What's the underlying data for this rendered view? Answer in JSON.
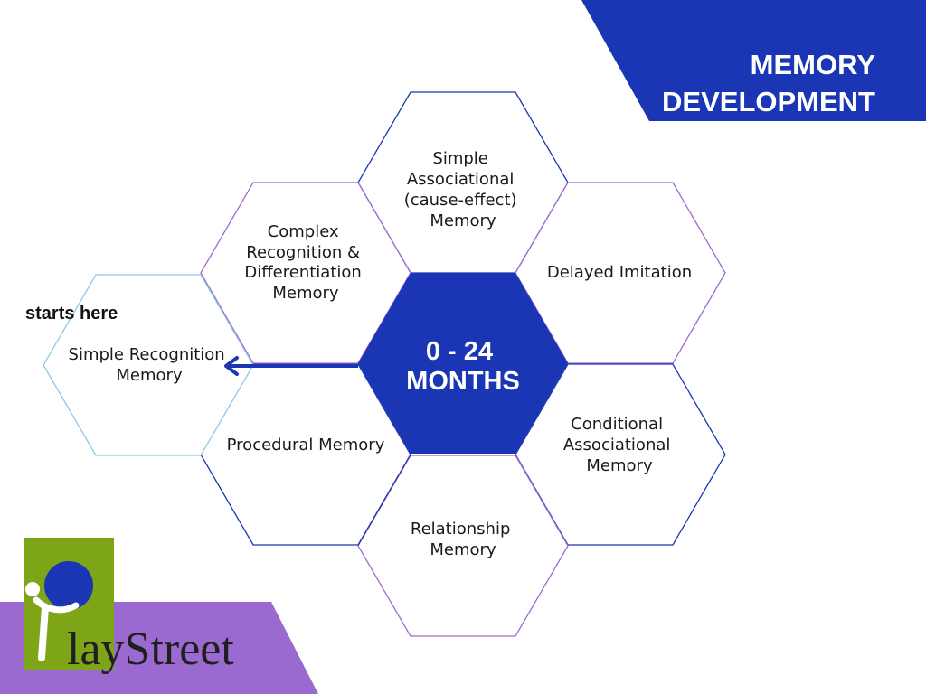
{
  "title": {
    "line1": "MEMORY",
    "line2": "DEVELOPMENT"
  },
  "center": {
    "line1": "0 - 24",
    "line2": "MONTHS"
  },
  "start_label": "starts here",
  "hexagons": [
    {
      "id": "simple-associational",
      "lines": [
        "Simple",
        "Associational",
        "(cause-effect)",
        "Memory"
      ]
    },
    {
      "id": "delayed-imitation",
      "lines": [
        "Delayed Imitation"
      ]
    },
    {
      "id": "conditional-associational",
      "lines": [
        "Conditional",
        "Associational",
        "Memory"
      ]
    },
    {
      "id": "relationship",
      "lines": [
        "Relationship",
        "Memory"
      ]
    },
    {
      "id": "procedural",
      "lines": [
        "Procedural Memory"
      ]
    },
    {
      "id": "complex-recognition",
      "lines": [
        "Complex",
        "Recognition &",
        "Differentiation",
        "Memory"
      ]
    },
    {
      "id": "simple-recognition",
      "lines": [
        "Simple Recognition",
        "Memory"
      ]
    }
  ],
  "logo": {
    "text": "PlayStreet"
  },
  "colors": {
    "primary_blue": "#1a36b4",
    "purple": "#a06ad0",
    "light_blue": "#8cc8e8",
    "logo_green": "#7ea518",
    "logo_purple_band": "#9a6ad0"
  }
}
